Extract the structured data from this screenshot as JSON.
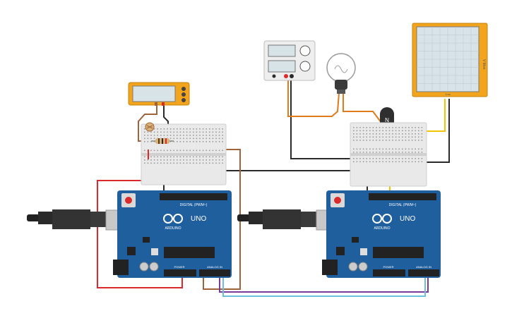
{
  "app": {
    "title": "Circuit schematic view"
  },
  "colors": {
    "board": "#1f5f9e",
    "board_dark": "#184f86",
    "wire_red": "#d92b2b",
    "wire_black": "#2a2a2a",
    "wire_brown": "#a0633a",
    "wire_orange": "#e07a1a",
    "wire_yellow": "#f2c500",
    "wire_purple": "#7a3a9a",
    "wire_cyan": "#6cc0d9",
    "multimeter_body": "#f2a51c",
    "oscilloscope_body": "#f2a51c"
  },
  "arduino": {
    "logo_text": "ARDUINO",
    "model_text": "UNO",
    "digital_label": "DIGITAL (PWM~)",
    "analog_label": "ANALOG IN",
    "power_label": "POWER"
  },
  "transistor": {
    "label": "N"
  },
  "oscilloscope": {
    "side_label": "V Mon",
    "bottom_label": "1ms"
  }
}
